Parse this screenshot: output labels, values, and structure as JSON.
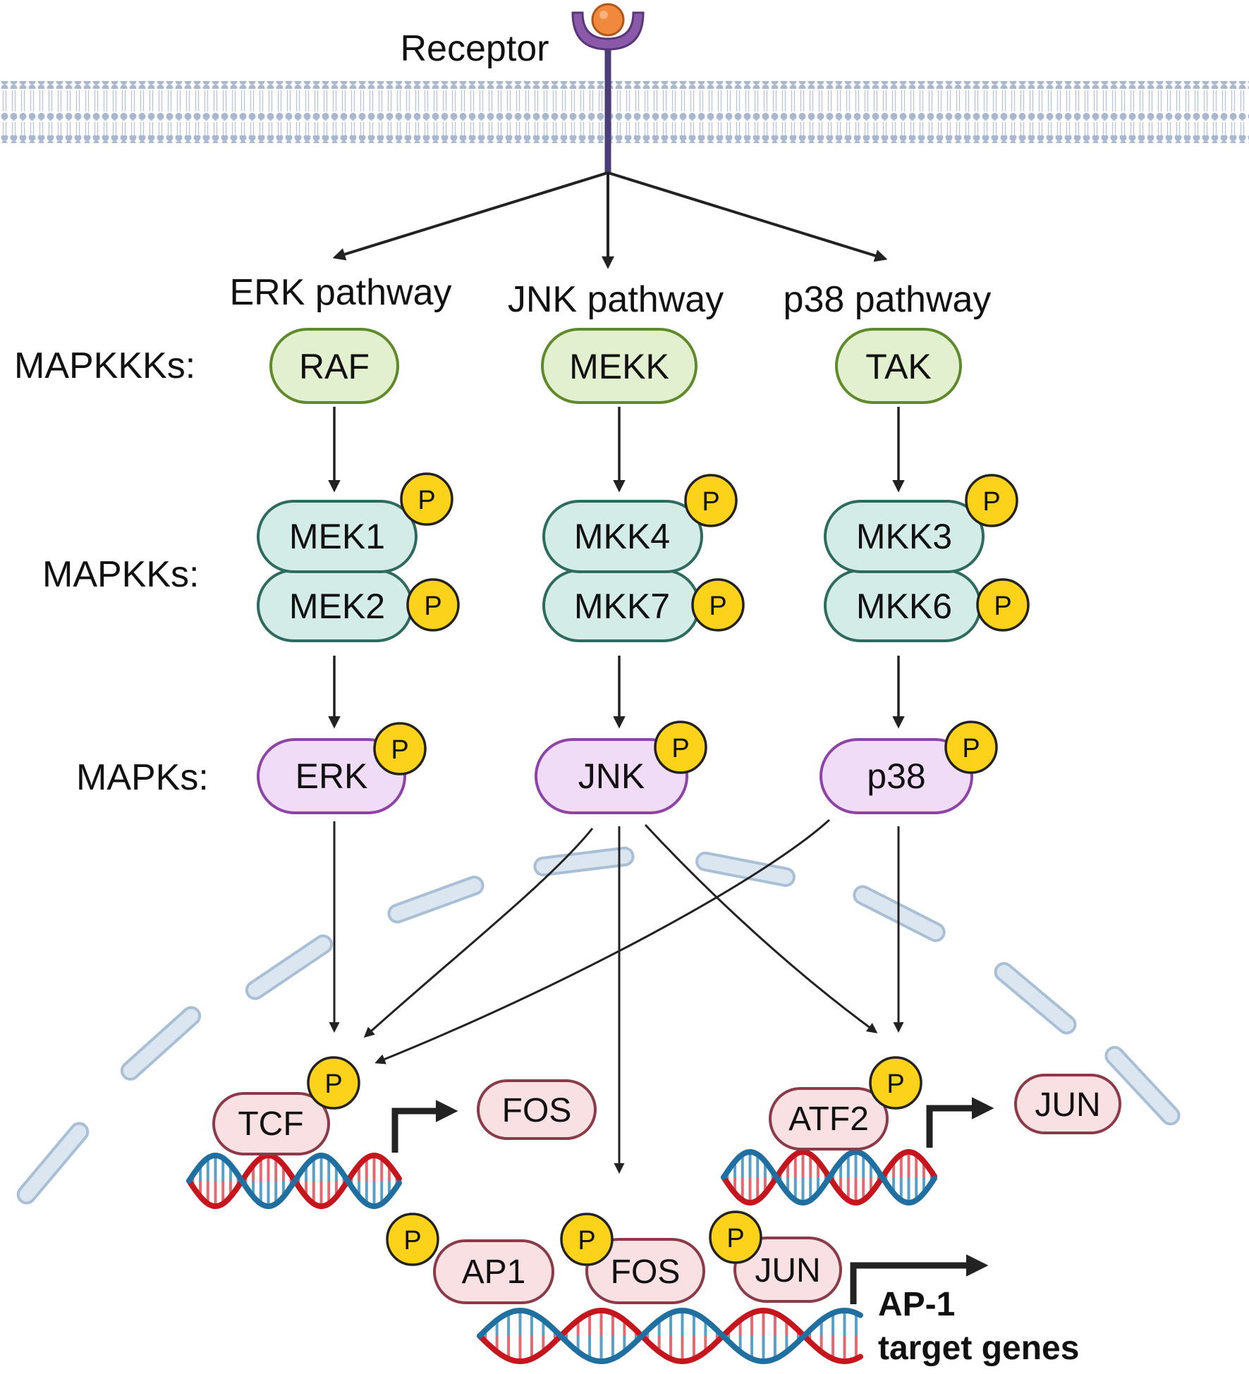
{
  "receptor": {
    "label": "Receptor"
  },
  "pathways": [
    {
      "title": "ERK pathway",
      "mapkkk": "RAF",
      "mapkks": [
        "MEK1",
        "MEK2"
      ],
      "mapk": "ERK"
    },
    {
      "title": "JNK pathway",
      "mapkkk": "MEKK",
      "mapkks": [
        "MKK4",
        "MKK7"
      ],
      "mapk": "JNK"
    },
    {
      "title": "p38 pathway",
      "mapkkk": "TAK",
      "mapkks": [
        "MKK3",
        "MKK6"
      ],
      "mapk": "p38"
    }
  ],
  "row_labels": {
    "mapkkks": "MAPKKKs:",
    "mapkks": "MAPKKs:",
    "mapks": "MAPKs:"
  },
  "phospho_label": "P",
  "nucleus": {
    "tcf": "TCF",
    "fos_product": "FOS",
    "atf2": "ATF2",
    "jun_product": "JUN",
    "ap1": "AP1",
    "ap1_fos": "FOS",
    "ap1_jun": "JUN",
    "target_line1": "AP-1",
    "target_line2": "target genes"
  },
  "colors": {
    "mapkkk_fill": "#e2f0cf",
    "mapkkk_stroke": "#5f8a2a",
    "mapkk_fill": "#d3ece8",
    "mapkk_stroke": "#2e6b5e",
    "mapk_fill": "#f0dcf7",
    "mapk_stroke": "#8d43a8",
    "tf_fill": "#f8e0e3",
    "tf_stroke": "#8a3a48",
    "phospho_fill": "#fcd31a",
    "membrane": "#a9b8ce",
    "receptor": "#6b4a96",
    "ligand": "#f0883e",
    "nuclear_envelope_fill": "#dbe6f1",
    "nuclear_envelope_stroke": "#a8bfd6",
    "dna_red": "#c4161c",
    "dna_blue": "#1f6fa0",
    "arrow": "#222222"
  }
}
